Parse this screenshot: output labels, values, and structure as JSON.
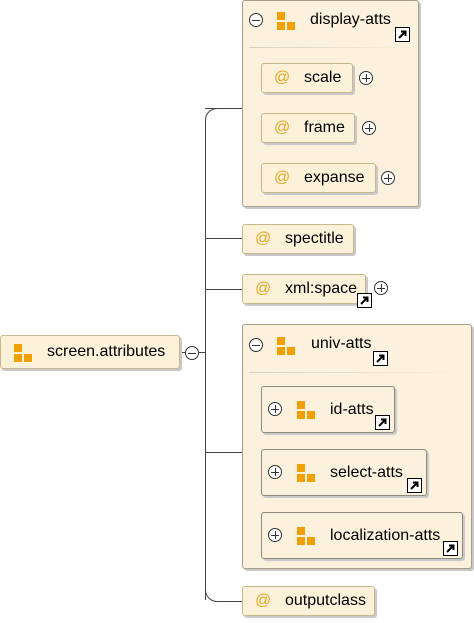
{
  "root": {
    "label": "screen.attributes",
    "icon": "attribute-group-icon"
  },
  "display_atts": {
    "label": "display-atts",
    "items": [
      {
        "label": "scale",
        "at": "@"
      },
      {
        "label": "frame",
        "at": "@"
      },
      {
        "label": "expanse",
        "at": "@"
      }
    ]
  },
  "spectitle": {
    "label": "spectitle",
    "at": "@"
  },
  "xml_space": {
    "label": "xml:space",
    "at": "@"
  },
  "univ_atts": {
    "label": "univ-atts",
    "items": [
      {
        "label": "id-atts"
      },
      {
        "label": "select-atts"
      },
      {
        "label": "localization-atts"
      }
    ]
  },
  "outputclass": {
    "label": "outputclass",
    "at": "@"
  },
  "colors": {
    "attr_fill": "#fcf1d9",
    "group_icon": "#f0a000",
    "at_symbol": "#e8a623"
  }
}
